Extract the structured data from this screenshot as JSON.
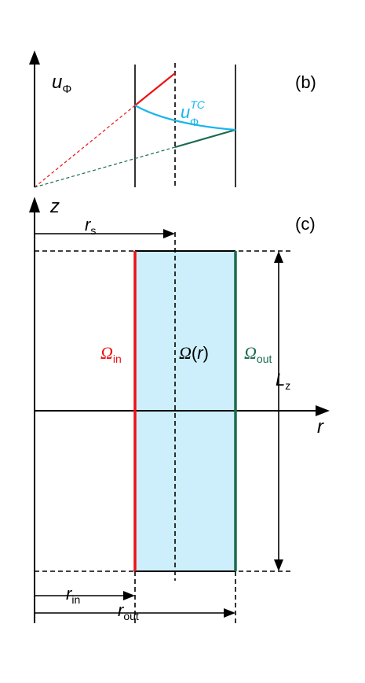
{
  "colors": {
    "red": "#ee1111",
    "cyan": "#19b5ee",
    "dark_green": "#1a6b4c",
    "fill_blue": "#cdeffb",
    "black": "#000000"
  },
  "panel_b": {
    "label": "(b)",
    "axis_label_main": "u",
    "axis_label_sub": "Φ",
    "tc_label_main": "u",
    "tc_label_sup": "TC",
    "tc_label_sub": "Φ"
  },
  "panel_c": {
    "label": "(c)",
    "axis_z_label": "z",
    "axis_r_label": "r",
    "rs_main": "r",
    "rs_sub": "s",
    "omega_in_main": "Ω",
    "omega_in_sub": "in",
    "omega_r": "Ω(r)",
    "omega_r_main": "Ω",
    "omega_r_paren_open": "(",
    "omega_r_var": "r",
    "omega_r_paren_close": ")",
    "omega_out_main": "Ω",
    "omega_out_sub": "out",
    "lz_main": "L",
    "lz_sub": "z",
    "rin_main": "r",
    "rin_sub": "in",
    "rout_main": "r",
    "rout_sub": "out"
  }
}
